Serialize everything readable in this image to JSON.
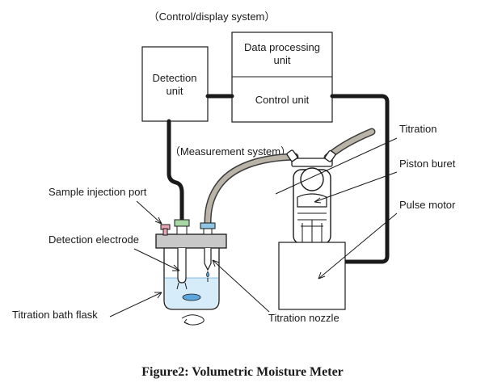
{
  "labels": {
    "control_display_system": "（Control/display system）",
    "measurement_system": "（Measurement system）",
    "data_processing_line1": "Data processing",
    "data_processing_line2": "unit",
    "control_unit": "Control unit",
    "detection_unit_line1": "Detection",
    "detection_unit_line2": "unit",
    "titration": "Titration",
    "piston_buret": "Piston buret",
    "pulse_motor": "Pulse motor",
    "sample_injection_port": "Sample injection port",
    "detection_electrode": "Detection electrode",
    "titration_bath_flask": "Titration bath flask",
    "titration_nozzle": "Titration nozzle"
  },
  "caption": {
    "figure": "Figure2",
    "separator": ": ",
    "title": "Volumetric Moisture Meter"
  },
  "colors": {
    "liquid": "#d6ecf8",
    "stir_bar": "#5aa6dd",
    "injection_port": "#e8a6b4",
    "electrode_cap": "#a9d8a6",
    "nozzle_cap": "#8fc6e4",
    "flask_lid": "#c8c8c8",
    "tube": "#b9b3a8"
  },
  "icons": [
    "stirring-arrow-icon",
    "drop-icon"
  ]
}
